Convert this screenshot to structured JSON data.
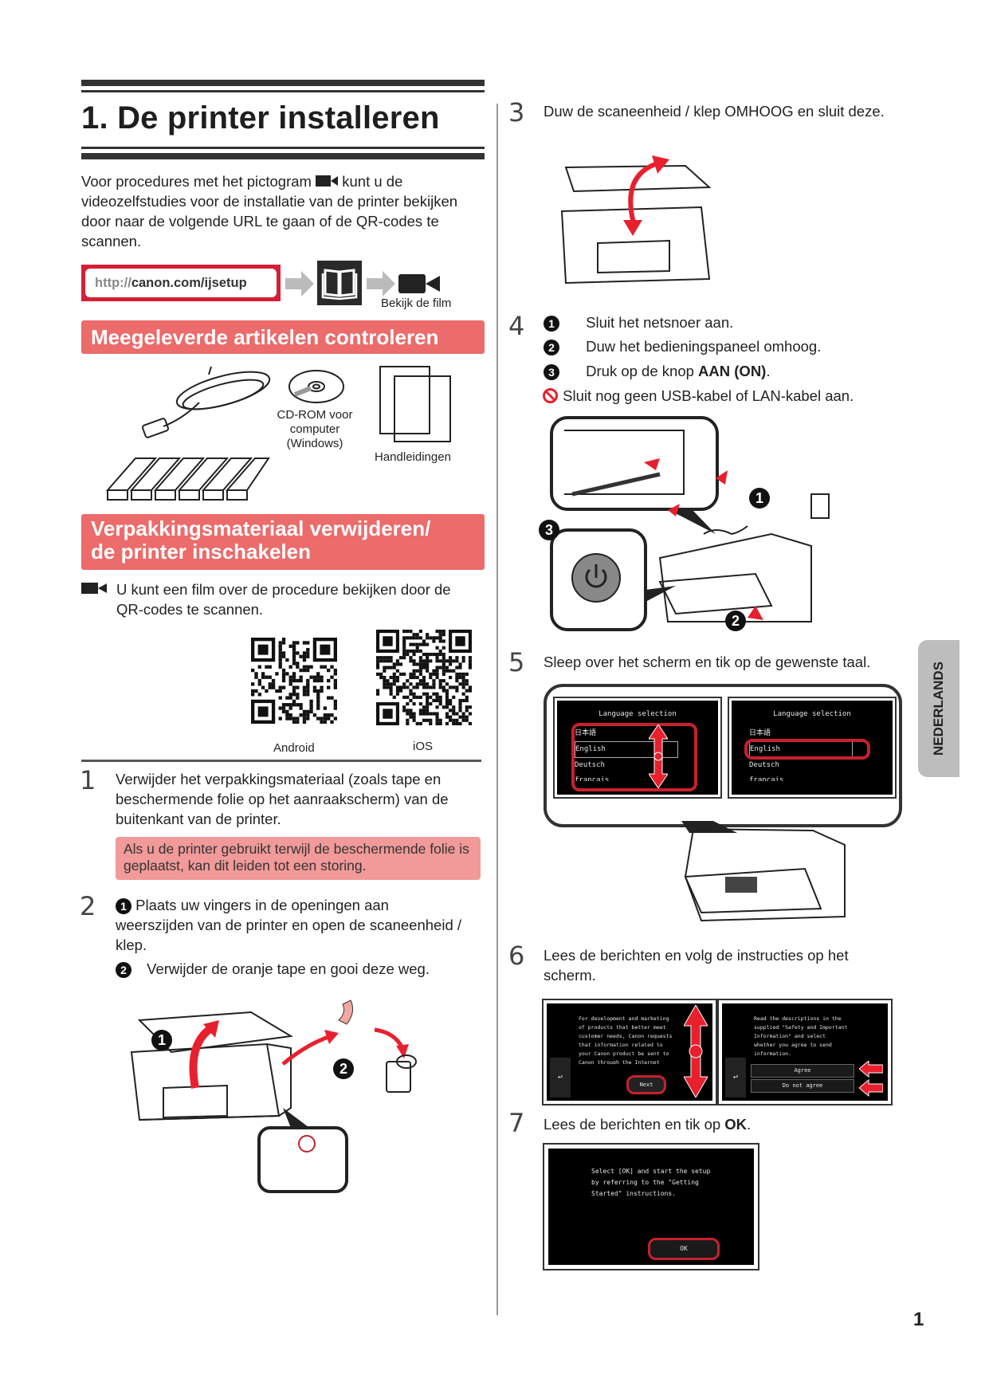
{
  "page": {
    "title": "1. De printer installeren",
    "intro": "Voor procedures met het pictogram",
    "intro_rest": "kunt u de videozelfstudies voor de installatie van de printer bekijken door naar de volgende URL te gaan of de QR-codes te scannen.",
    "url_prefix": "http://",
    "url_bold": "canon.com/ijsetup",
    "watch_label": "Bekijk de film",
    "page_number": "1",
    "language_tab": "NEDERLANDS"
  },
  "supplied": {
    "heading": "Meegeleverde artikelen controleren",
    "items": [
      {
        "label": "CD-ROM voor\ncomputer\n(Windows)"
      },
      {
        "label": "Handleidingen"
      }
    ],
    "cd_line1": "CD-ROM voor",
    "cd_line2": "computer",
    "cd_line3": "(Windows)",
    "manuals": "Handleidingen"
  },
  "packaging": {
    "heading_line1": "Verpakkingsmateriaal verwijderen/",
    "heading_line2": "de printer inschakelen",
    "video_note": "U kunt een film over de procedure bekijken door de QR-codes te scannen.",
    "qr_android": "Android",
    "qr_ios": "iOS"
  },
  "steps": {
    "s1": {
      "num": "1",
      "text": "Verwijder het verpakkingsmateriaal (zoals tape en beschermende folie op het aanraakscherm) van de buitenkant van de printer.",
      "warning": "Als u de printer gebruikt terwijl de beschermende folie is geplaatst, kan dit leiden tot een storing."
    },
    "s2": {
      "num": "2",
      "sub1_marker": "1",
      "sub1": "Plaats uw vingers in de openingen aan weerszijden van de printer en open de scaneenheid / klep.",
      "sub2_marker": "2",
      "sub2": "Verwijder de oranje tape en gooi deze weg.",
      "callout1": "1",
      "callout2": "2"
    },
    "s3": {
      "num": "3",
      "text": "Duw de scaneenheid / klep OMHOOG en sluit deze."
    },
    "s4": {
      "num": "4",
      "sub1_marker": "1",
      "sub1": "Sluit het netsnoer aan.",
      "sub2_marker": "2",
      "sub2": "Duw het bedieningspaneel omhoog.",
      "sub3_marker": "3",
      "sub3_pre": "Druk op de knop ",
      "sub3_bold": "AAN (ON)",
      "sub3_post": ".",
      "caution": "Sluit nog geen USB-kabel of LAN-kabel aan.",
      "callout1": "1",
      "callout2": "2",
      "callout3": "3"
    },
    "s5": {
      "num": "5",
      "text": "Sleep over het scherm en tik op de gewenste taal.",
      "screen_title": "Language selection",
      "languages": [
        "日本語",
        "English",
        "Deutsch",
        "français"
      ]
    },
    "s6": {
      "num": "6",
      "text": "Lees de berichten en volg de instructies op het scherm.",
      "screen1_text": "For development and marketing of products that better meet customer needs, Canon requests that information related to your Canon product be sent to Canon through the Internet",
      "screen1_button": "Next",
      "screen2_text": "Read the descriptions in the supplied \"Safety and Important Information\" and select whether you agree to send information.",
      "screen2_agree": "Agree",
      "screen2_disagree": "Do not agree",
      "back_symbol": "↩"
    },
    "s7": {
      "num": "7",
      "text_pre": "Lees de berichten en tik op ",
      "text_bold": "OK",
      "text_post": ".",
      "screen_text": "Select [OK] and start the setup by referring to the \"Getting Started\" instructions.",
      "screen_button": "OK"
    }
  }
}
